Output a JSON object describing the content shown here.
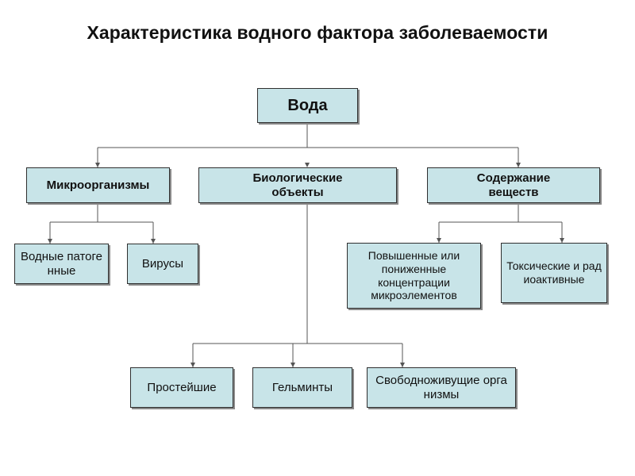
{
  "title": "Характеристика водного фактора заболеваемости",
  "nodes": {
    "root": "Вода",
    "microorganisms": "Микроорганизмы",
    "biological_objects": "Биологические объекты",
    "substances": "Содержание веществ",
    "water_pathogens": "Водные патогенные",
    "viruses": "Вирусы",
    "microelements": "Повышенные или пониженные концентрации микроэлементов",
    "toxic_radioactive": "Токсические и радиоактивные",
    "protozoa": "Простейшие",
    "helminths": "Гельминты",
    "free_living": "Свободноживущие организмы"
  },
  "colors": {
    "box_fill": "#c8e4e8",
    "box_border": "#2f2f2f",
    "connector": "#555555"
  }
}
